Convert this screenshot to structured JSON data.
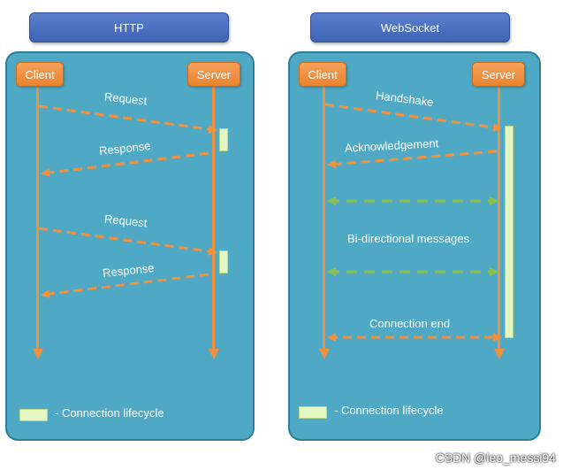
{
  "http": {
    "title": "HTTP",
    "client": "Client",
    "server": "Server",
    "messages": [
      "Request",
      "Response",
      "Request",
      "Response"
    ],
    "legend": "- Connection lifecycle"
  },
  "websocket": {
    "title": "WebSocket",
    "client": "Client",
    "server": "Server",
    "messages": [
      "Handshake",
      "Acknowledgement",
      "Bi-directional messages",
      "Connection end"
    ],
    "legend": "- Connection lifecycle"
  },
  "watermark": "CSDN @leo_messi94",
  "colors": {
    "panel": "#4fa9c4",
    "title_box": "#4a6fc0",
    "actor": "#f0913f",
    "arrow_orange": "#f0913f",
    "arrow_green": "#8fc14a",
    "lifecycle": "#e4f7c2"
  }
}
